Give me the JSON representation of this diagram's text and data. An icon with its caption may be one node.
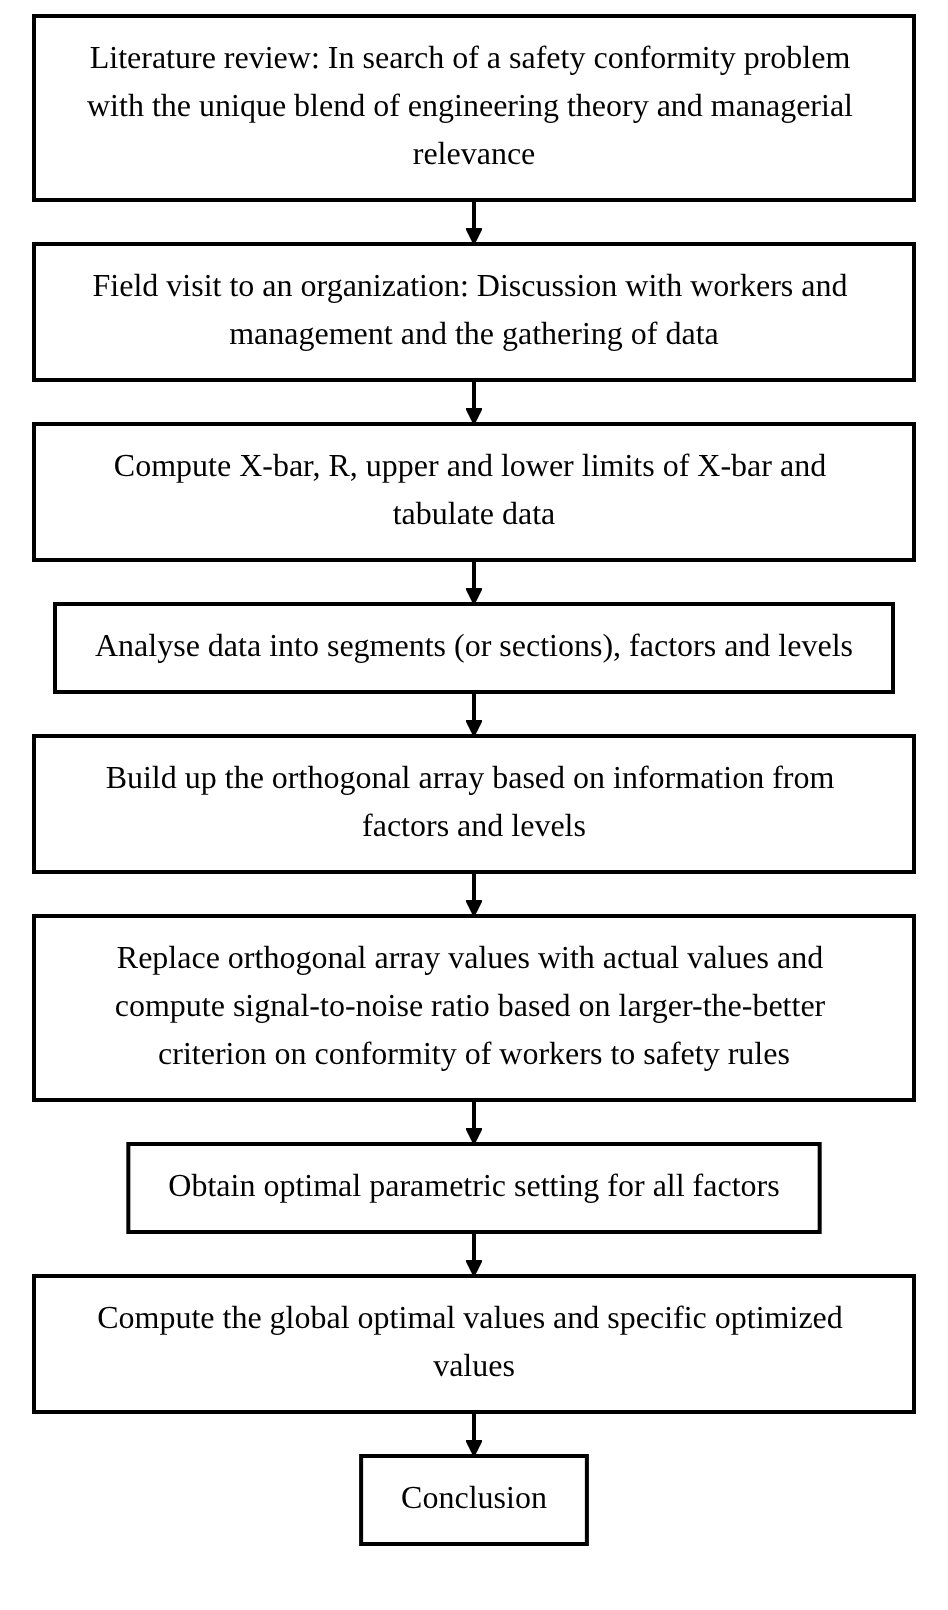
{
  "diagram": {
    "nodes": [
      {
        "text": [
          "Literature review: In search of a safety conformity problem with the unique blend of engineering theory and managerial relevance"
        ]
      },
      {
        "text": [
          "Field visit to an organization: Discussion with workers and management and the gathering of data"
        ]
      },
      {
        "text": [
          "Compute X-bar, R, upper and lower limits of X-bar and tabulate data"
        ]
      },
      {
        "text": [
          "Analyse data into segments (or sections), factors and levels"
        ]
      },
      {
        "text": [
          "Build up the orthogonal array based on information from factors and levels"
        ]
      },
      {
        "text": [
          "Replace orthogonal array values with actual values and compute signal-to-noise ratio based on larger-the-better criterion on conformity of workers to safety rules"
        ]
      },
      {
        "text": [
          "Obtain optimal parametric setting for all factors"
        ]
      },
      {
        "text": [
          "Compute the global optimal values and specific optimized values"
        ]
      },
      {
        "text": [
          "Conclusion"
        ]
      }
    ],
    "edges": [
      {
        "from": 0,
        "to": 1,
        "arrow": "to"
      },
      {
        "from": 1,
        "to": 2,
        "arrow": "to"
      },
      {
        "from": 2,
        "to": 3,
        "arrow": "to"
      },
      {
        "from": 3,
        "to": 4,
        "arrow": "to"
      },
      {
        "from": 4,
        "to": 5,
        "arrow": "to"
      },
      {
        "from": 5,
        "to": 6,
        "arrow": "to"
      },
      {
        "from": 6,
        "to": 7,
        "arrow": "to"
      },
      {
        "from": 7,
        "to": 8,
        "arrow": "to"
      }
    ]
  }
}
